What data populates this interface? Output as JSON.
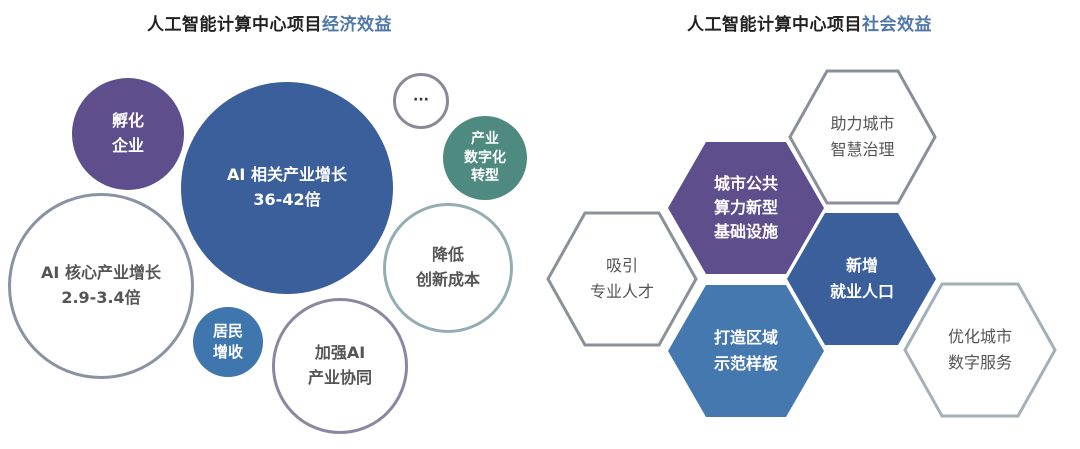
{
  "left_panel": {
    "title_prefix": "人工智能计算中心项目",
    "title_highlight": "经济效益",
    "bubbles": [
      {
        "id": "incubate",
        "lines": [
          "孵化",
          "企业"
        ],
        "style": "filled",
        "color": "#5e4f8c"
      },
      {
        "id": "ai-related",
        "lines": [
          "AI 相关产业增长",
          "36-42倍"
        ],
        "style": "filled",
        "color": "#3a5f9a"
      },
      {
        "id": "more",
        "lines": [
          "···"
        ],
        "style": "outline",
        "border": "#8a8a96"
      },
      {
        "id": "digital",
        "lines": [
          "产业",
          "数字化",
          "转型"
        ],
        "style": "filled",
        "color": "#4e8a80"
      },
      {
        "id": "ai-core",
        "lines": [
          "AI 核心产业增长",
          "2.9-3.4倍"
        ],
        "style": "outline",
        "border": "#8a93a3"
      },
      {
        "id": "reduce-cost",
        "lines": [
          "降低",
          "创新成本"
        ],
        "style": "outline",
        "border": "#93adb3"
      },
      {
        "id": "income",
        "lines": [
          "居民",
          "增收"
        ],
        "style": "filled",
        "color": "#3f76ad"
      },
      {
        "id": "synergy",
        "lines": [
          "加强AI",
          "产业协同"
        ],
        "style": "outline",
        "border": "#8b87a0"
      }
    ]
  },
  "right_panel": {
    "title_prefix": "人工智能计算中心项目",
    "title_highlight": "社会效益",
    "hexagons": [
      {
        "id": "governance",
        "lines": [
          "助力城市",
          "智慧治理"
        ],
        "style": "outline",
        "border": "#8a8f9a"
      },
      {
        "id": "infrastructure",
        "lines": [
          "城市公共",
          "算力新型",
          "基础设施"
        ],
        "style": "filled",
        "color": "#5e4f8c"
      },
      {
        "id": "talent",
        "lines": [
          "吸引",
          "专业人才"
        ],
        "style": "outline",
        "border": "#8a9199"
      },
      {
        "id": "employment",
        "lines": [
          "新增",
          "就业人口"
        ],
        "style": "filled",
        "color": "#3a5f9a"
      },
      {
        "id": "demo",
        "lines": [
          "打造区域",
          "示范样板"
        ],
        "style": "filled",
        "color": "#4478ae"
      },
      {
        "id": "digital-service",
        "lines": [
          "优化城市",
          "数字服务"
        ],
        "style": "outline",
        "border": "#a3b0b6"
      }
    ]
  }
}
